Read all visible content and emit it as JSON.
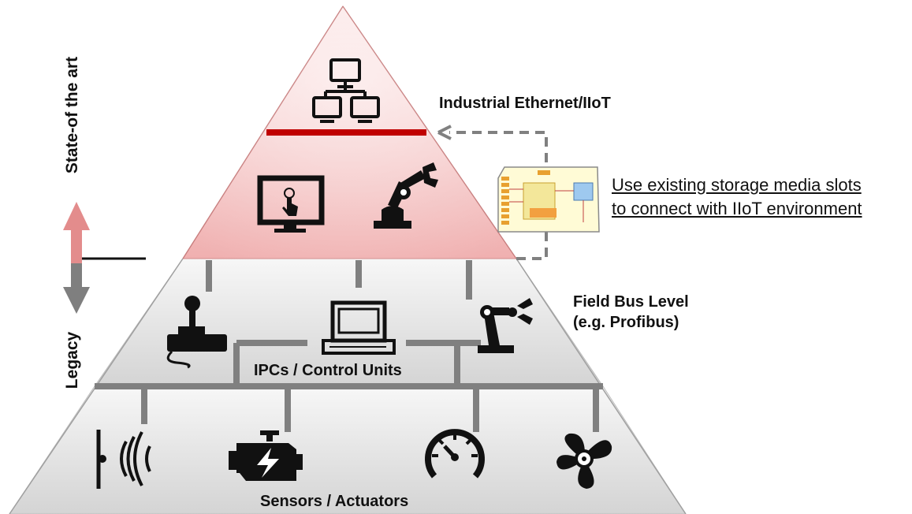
{
  "levels": {
    "top": {
      "label": "Industrial Ethernet/IIoT"
    },
    "middle": {
      "label": "Field Bus Level",
      "sublabel": "(e.g. Profibus)",
      "center_label": "IPCs / Control Units"
    },
    "bottom": {
      "label": "Sensors / Actuators"
    }
  },
  "axis": {
    "upper_label": "State-of the art",
    "lower_label": "Legacy"
  },
  "note": {
    "line1": "Use existing storage media slots",
    "line2": "to connect with IIoT environment"
  },
  "colors": {
    "top_tier": "#e98a8a",
    "lower_tiers": "#d6d6d6",
    "bus_line": "#808080",
    "iiot_bus": "#c00000",
    "arrow_up": "#e38c8c",
    "arrow_down": "#7f7f7f"
  },
  "icons": [
    "network-computers-icon",
    "touch-monitor-icon",
    "robot-arm-icon",
    "joystick-icon",
    "pc-terminal-icon",
    "robot-gripper-icon",
    "proximity-sensor-icon",
    "engine-icon",
    "gauge-icon",
    "fan-icon",
    "sd-card-icon"
  ]
}
